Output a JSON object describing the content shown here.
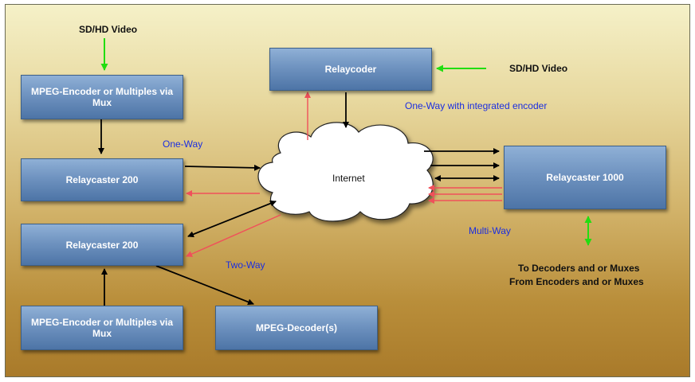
{
  "boxes": {
    "encoder_top": "MPEG-Encoder or Multiples via Mux",
    "relaycaster_a": "Relaycaster 200",
    "relaycaster_b": "Relaycaster 200",
    "encoder_bottom": "MPEG-Encoder or Multiples via Mux",
    "decoder": "MPEG-Decoder(s)",
    "relaycoder": "Relaycoder",
    "relaycaster_1000": "Relaycaster 1000"
  },
  "cloud_label": "Internet",
  "labels": {
    "sdhd_top": "SD/HD Video",
    "sdhd_right": "SD/HD Video",
    "one_way": "One-Way",
    "one_way_integrated": "One-Way with integrated encoder",
    "two_way": "Two-Way",
    "multi_way": "Multi-Way",
    "to_decoders": "To Decoders and or Muxes",
    "from_encoders": "From Encoders and or Muxes"
  },
  "colors": {
    "box_fill": "#6f93c0",
    "arrow_black": "#000000",
    "arrow_red": "#f0505a",
    "arrow_green": "#22dd11",
    "label_blue": "#1b2ee0"
  }
}
